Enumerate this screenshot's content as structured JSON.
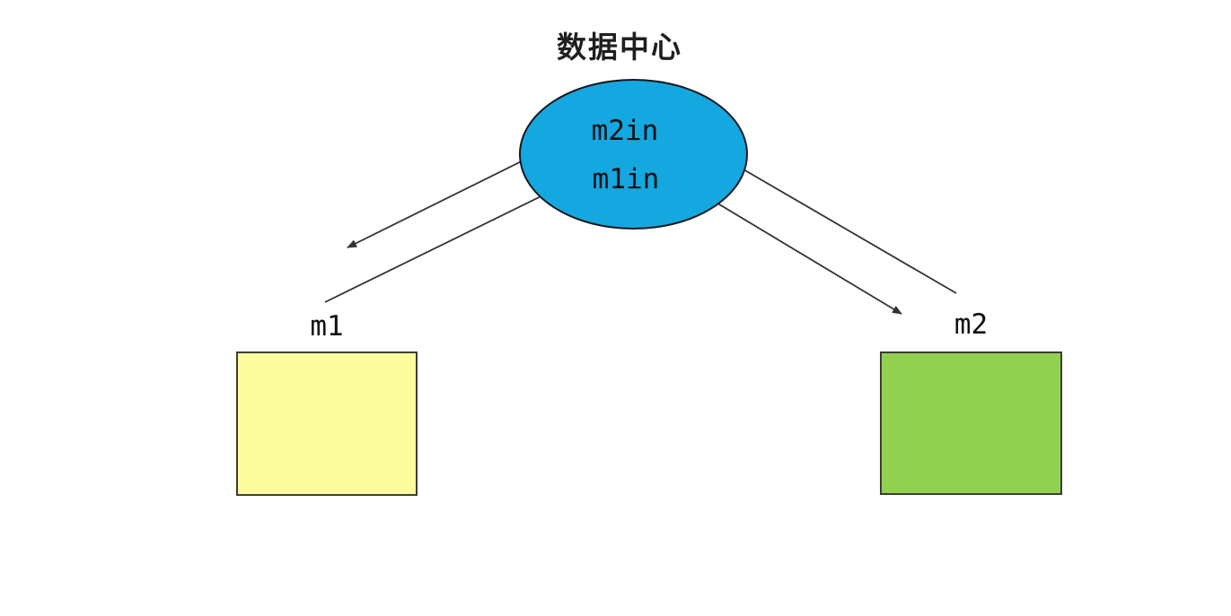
{
  "diagram": {
    "title": "数据中心",
    "data_center": {
      "shape": "ellipse",
      "fill": "#14a7e0",
      "inputs": [
        {
          "label": "m2in"
        },
        {
          "label": "m1in"
        }
      ]
    },
    "machines": [
      {
        "id": "m1",
        "label": "m1",
        "fill": "#fcfc9e"
      },
      {
        "id": "m2",
        "label": "m2",
        "fill": "#92d050"
      }
    ],
    "edges": [
      {
        "from": "m2in",
        "to": "m1",
        "arrowhead_at": "m1"
      },
      {
        "from": "m1",
        "to": "m1in",
        "arrowhead_at": "m1in"
      },
      {
        "from": "m2",
        "to": "m2in",
        "arrowhead_at": "m2in"
      },
      {
        "from": "m1in",
        "to": "m2",
        "arrowhead_at": "m2"
      }
    ],
    "colors": {
      "ellipse_fill": "#14a7e0",
      "m1_fill": "#fcfc9e",
      "m2_fill": "#92d050",
      "line_stroke": "#333333",
      "text": "#111111",
      "background": "#ffffff"
    }
  }
}
